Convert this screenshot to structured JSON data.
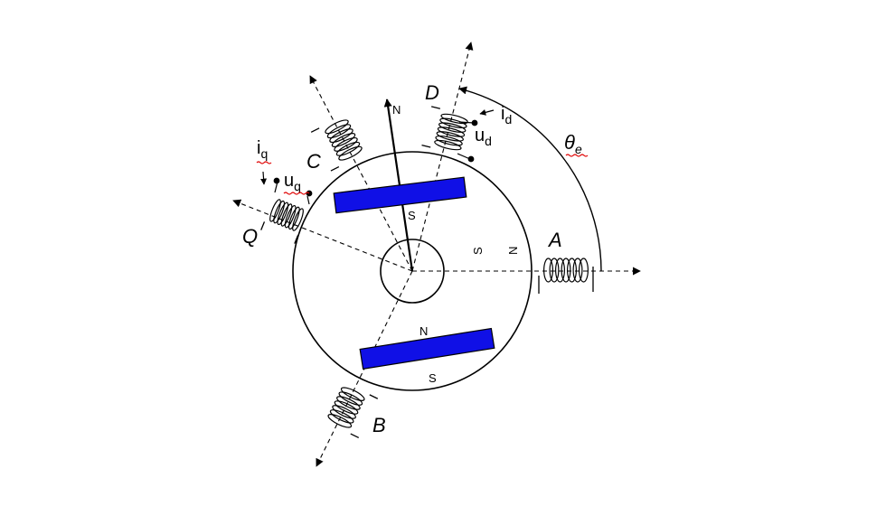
{
  "colors": {
    "magnet": "#1010e6",
    "line": "#000000",
    "underline": "#e00000",
    "background": "#ffffff"
  },
  "axes": {
    "a": "A",
    "b": "B",
    "c": "C",
    "d": "D",
    "q": "Q"
  },
  "angle": {
    "theta": "θ",
    "theta_sub": "e"
  },
  "currents": {
    "i_d": "i",
    "i_d_sub": "d",
    "u_d": "u",
    "u_d_sub": "d",
    "i_q": "i",
    "i_q_sub": "q",
    "u_q": "u",
    "u_q_sub": "q"
  },
  "poles": {
    "rotor_arrow": "N",
    "top_magnet_s": "S",
    "right_s": "S",
    "right_n": "N",
    "bottom_magnet_n": "N",
    "bottom_magnet_s": "S"
  }
}
